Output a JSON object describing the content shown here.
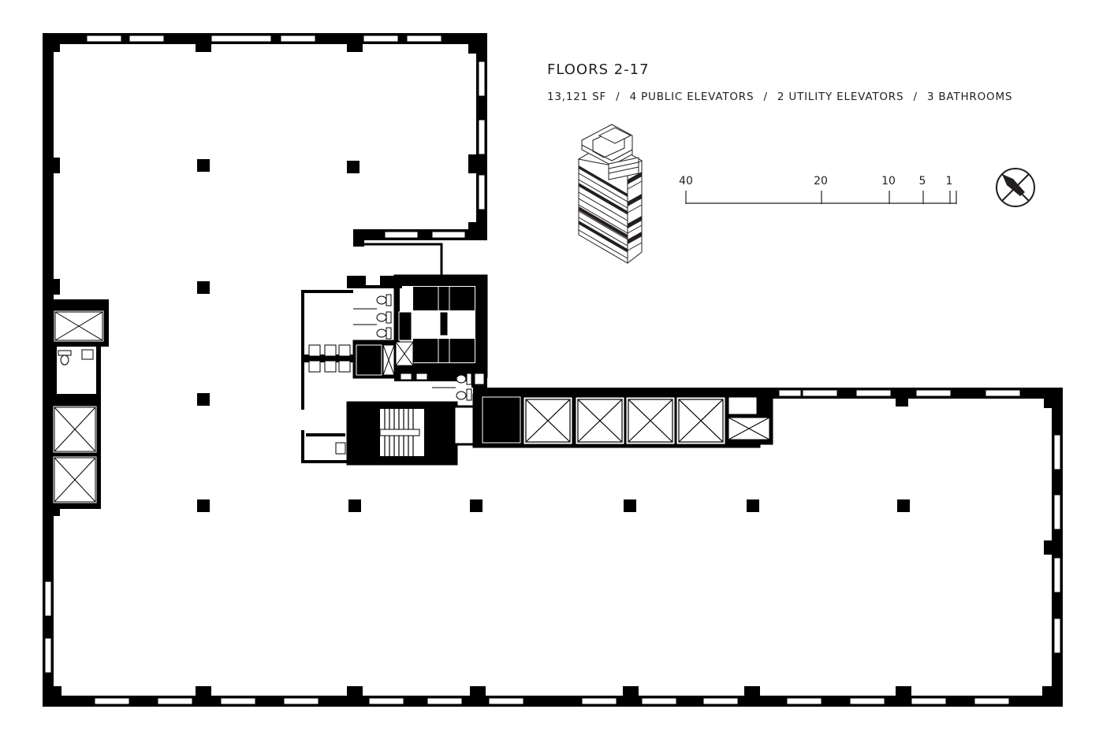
{
  "header": {
    "title": "FLOORS 2-17",
    "stats": [
      "13,121 SF",
      "4 PUBLIC ELEVATORS",
      "2 UTILITY ELEVATORS",
      "3 BATHROOMS"
    ],
    "separator": "/"
  },
  "scale_bar": {
    "labels": [
      "40",
      "20",
      "10",
      "5",
      "1"
    ]
  },
  "colors": {
    "wall": "#000000",
    "line": "#231f20",
    "background": "#ffffff"
  },
  "icons": {
    "compass": "north-arrow-icon",
    "building": "isometric-building-icon",
    "elevator": "elevator-shaft-icon",
    "stair": "stair-icon",
    "toilet": "toilet-icon",
    "sink": "sink-icon"
  }
}
